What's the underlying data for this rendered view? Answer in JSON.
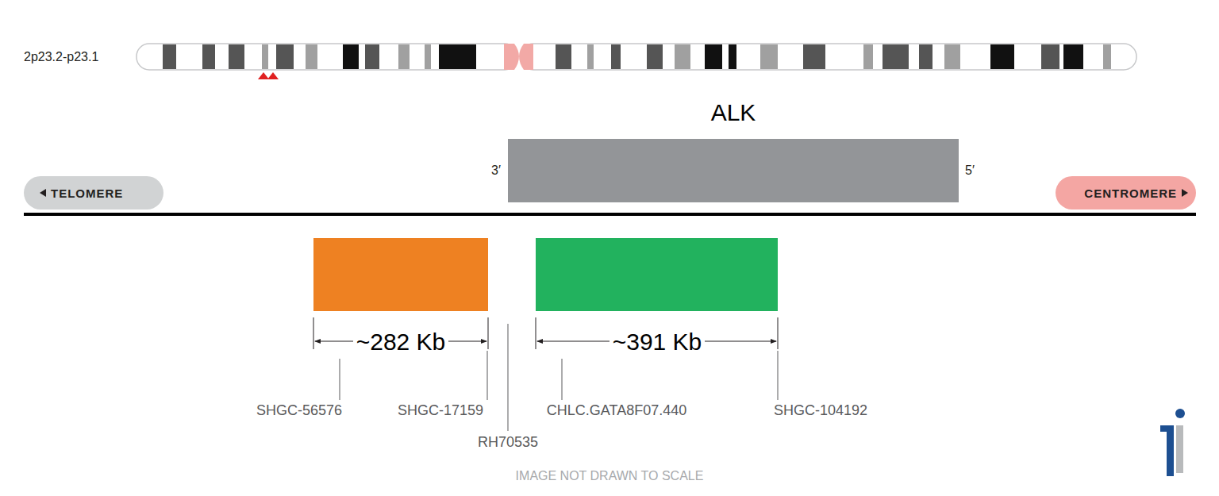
{
  "diagram": {
    "nodes": [
      {
        "text": [
          "ALK"
        ]
      },
      {
        "text": [
          "TELOMERE"
        ]
      },
      {
        "text": [
          "CENTROMERE"
        ]
      }
    ],
    "labels": [
      "2p23.2-p23.1",
      "3′",
      "5′",
      "~282 Kb",
      "~391 Kb",
      "SHGC-56576",
      "SHGC-17159",
      "RH70535",
      "CHLC.GATA8F07.440",
      "SHGC-104192",
      "IMAGE NOT DRAWN TO SCALE"
    ]
  }
}
